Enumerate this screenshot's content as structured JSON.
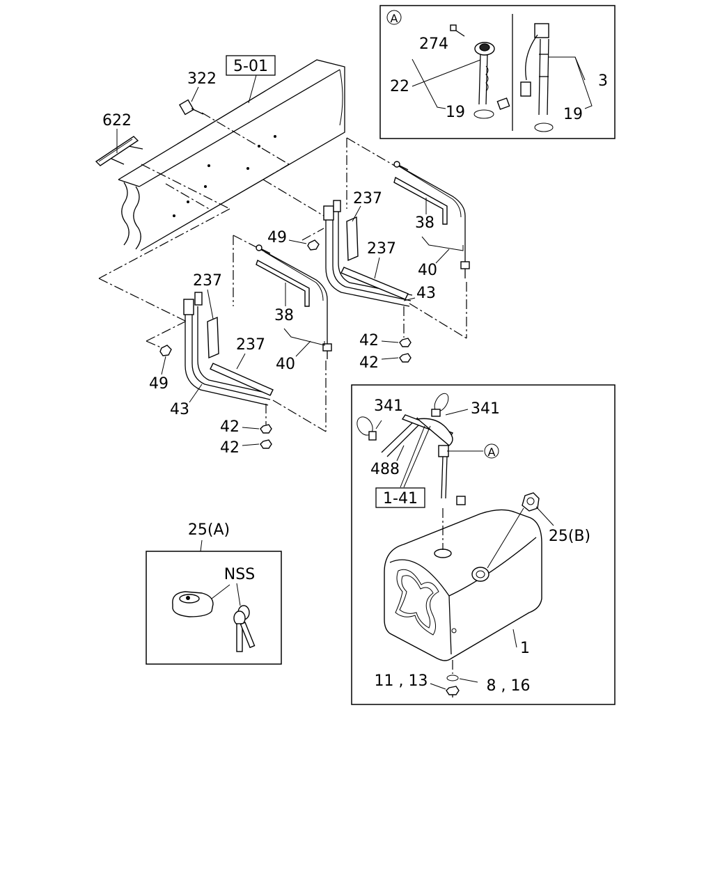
{
  "labels": {
    "ref_5_01": "5-01",
    "ref_1_41": "1-41",
    "p322": "322",
    "p622": "622",
    "p237_a": "237",
    "p237_b": "237",
    "p237_c": "237",
    "p237_d": "237",
    "p38_a": "38",
    "p38_b": "38",
    "p40_a": "40",
    "p40_b": "40",
    "p43_a": "43",
    "p43_b": "43",
    "p42_a": "42",
    "p42_b": "42",
    "p42_c": "42",
    "p42_d": "42",
    "p49_a": "49",
    "p49_b": "49",
    "p274": "274",
    "p22": "22",
    "p19_a": "19",
    "p19_b": "19",
    "p3": "3",
    "p341_a": "341",
    "p341_b": "341",
    "p488": "488",
    "p25a": "25(A)",
    "p25b": "25(B)",
    "nss": "NSS",
    "p1": "1",
    "p11_13": "11 , 13",
    "p8_16": "8 , 16",
    "circ_a_inset": "A",
    "circ_a_main": "A"
  }
}
